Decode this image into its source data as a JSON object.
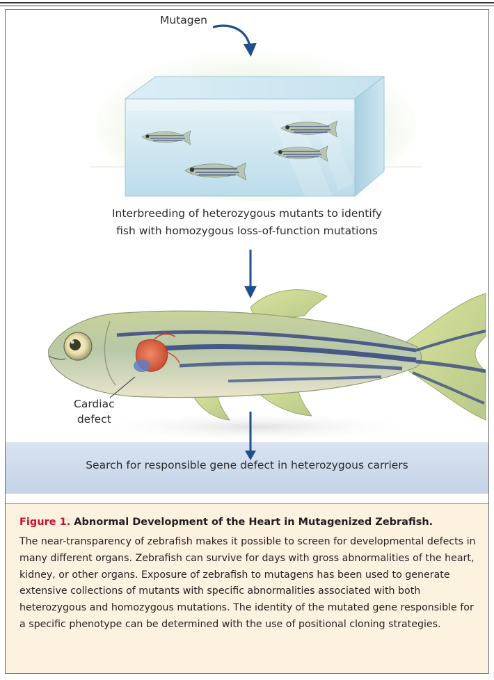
{
  "labels": {
    "mutagen": "Mutagen",
    "interbreeding_line1": "Interbreeding of heterozygous mutants to identify",
    "interbreeding_line2": "fish with homozygous loss-of-function mutations",
    "cardiac_line1": "Cardiac",
    "cardiac_line2": "defect",
    "search": "Search for responsible gene defect in heterozygous carriers"
  },
  "caption": {
    "figure_number": "Figure 1.",
    "title": "Abnormal Development of the Heart in Mutagenized Zebrafish.",
    "body": "The near-transparency of zebrafish makes it possible to screen for developmental defects in many different organs. Zebrafish can survive for days with gross abnormalities of the heart, kidney, or other organs. Exposure of zebrafish to mutagens has been used to generate extensive collections of mutants with specific abnormalities associated with both heterozygous and homozygous mutations. The identity of the mutated gene responsible for a specific phenotype can be determined with the use of positional cloning strategies."
  },
  "colors": {
    "arrow": "#1f4e8c",
    "figure_label": "#c8102e",
    "caption_background": "#fdf1e0",
    "band": "#c9d7ea"
  }
}
